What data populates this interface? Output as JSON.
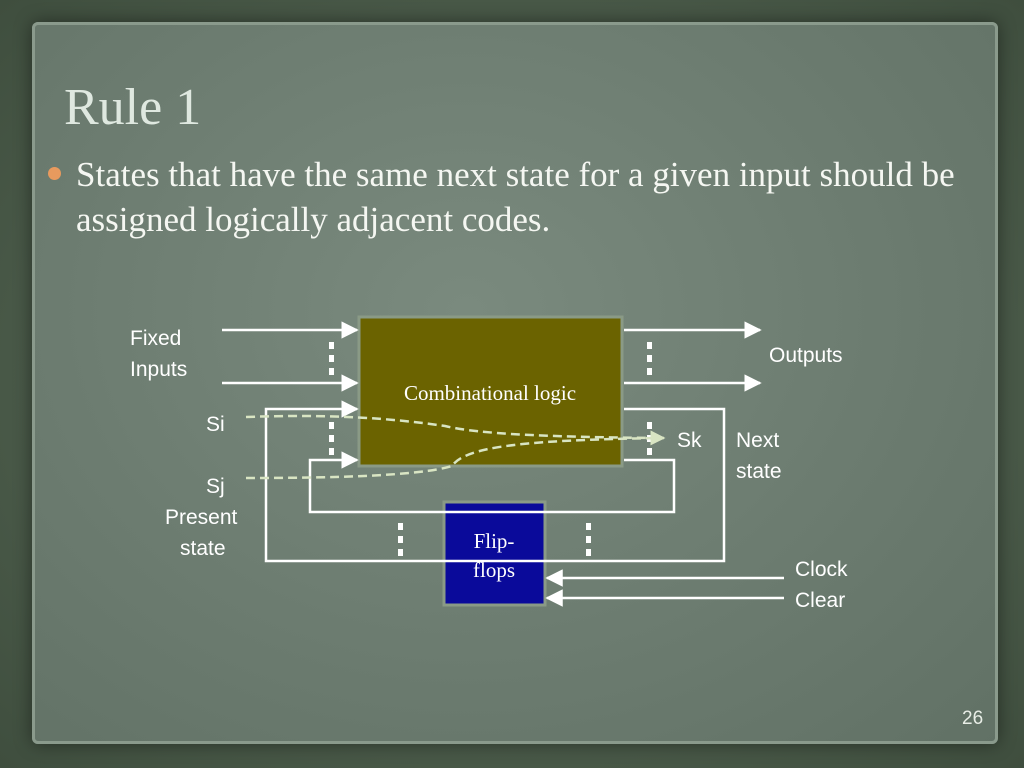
{
  "slide": {
    "title": "Rule 1",
    "bullet": "States that have the same next state for a given input should be assigned logically adjacent codes.",
    "page_number": "26"
  },
  "diagram": {
    "combinational_label": "Combinational logic",
    "flipflops_label_1": "Flip-",
    "flipflops_label_2": "flops",
    "fixed_inputs_1": "Fixed",
    "fixed_inputs_2": "Inputs",
    "outputs": "Outputs",
    "si": "Si",
    "sj": "Sj",
    "sk": "Sk",
    "present_state_1": "Present",
    "present_state_2": "state",
    "next_state_1": "Next",
    "next_state_2": "state",
    "clock": "Clock",
    "clear": "Clear"
  },
  "colors": {
    "combinational_fill": "#6b6300",
    "flipflops_fill": "#0a0a9a",
    "wire": "#ffffff",
    "dashed_path": "#d9e5c3"
  }
}
